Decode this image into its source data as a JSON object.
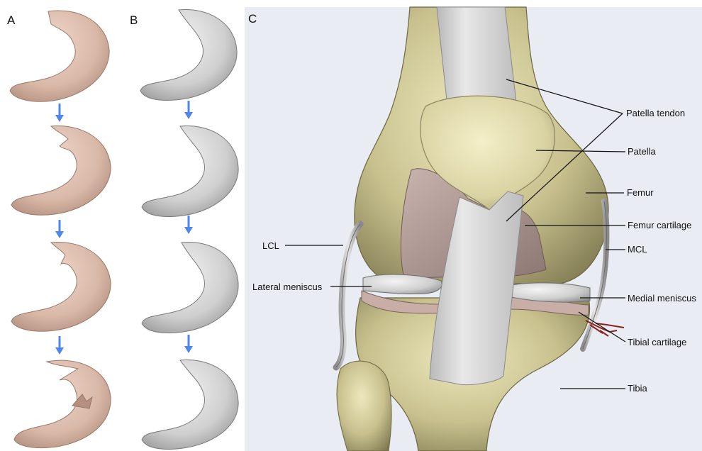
{
  "panels": {
    "a": {
      "letter": "A"
    },
    "b": {
      "letter": "B"
    },
    "c": {
      "letter": "C"
    }
  },
  "colors": {
    "meniscus_tan": "#d9b8a8",
    "meniscus_gray": "#cfcfcf",
    "arrow": "#4f86e8",
    "bone": "#c8c18e",
    "cartilage": "#b7a09b",
    "tendon": "#d6d6d6",
    "background_c": "#e9ecf2"
  },
  "labels": {
    "patella_tendon": "Patella tendon",
    "patella": "Patella",
    "femur": "Femur",
    "femur_cartilage": "Femur cartilage",
    "mcl": "MCL",
    "medial_meniscus": "Medial meniscus",
    "tibial_cartilage": "Tibial cartilage",
    "tibia": "Tibia",
    "lcl": "LCL",
    "lateral_meniscus": "Lateral meniscus"
  }
}
